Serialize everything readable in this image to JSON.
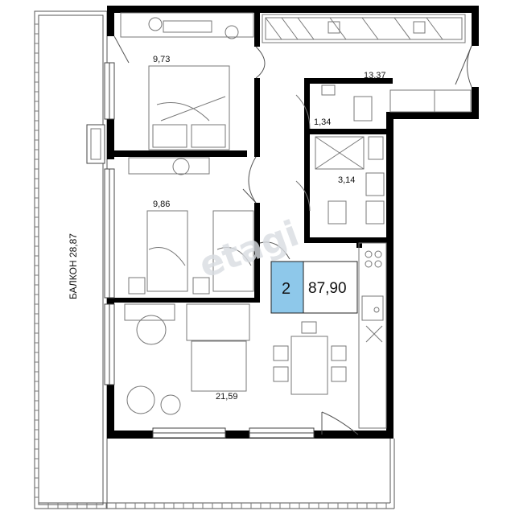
{
  "badge": {
    "rooms": "2",
    "total_area": "87,90",
    "accent": "#8ec8ea"
  },
  "balcony": {
    "label": "БАЛКОН 28,87"
  },
  "rooms": {
    "bedroom_top": "9,73",
    "bedroom_middle": "9,86",
    "living": "21,59",
    "hall": "13,37",
    "wc": "1,34",
    "bathroom": "3,14"
  },
  "watermark": "etagi",
  "colors": {
    "wall": "#000000",
    "line": "#555555",
    "furniture": "#888888"
  }
}
